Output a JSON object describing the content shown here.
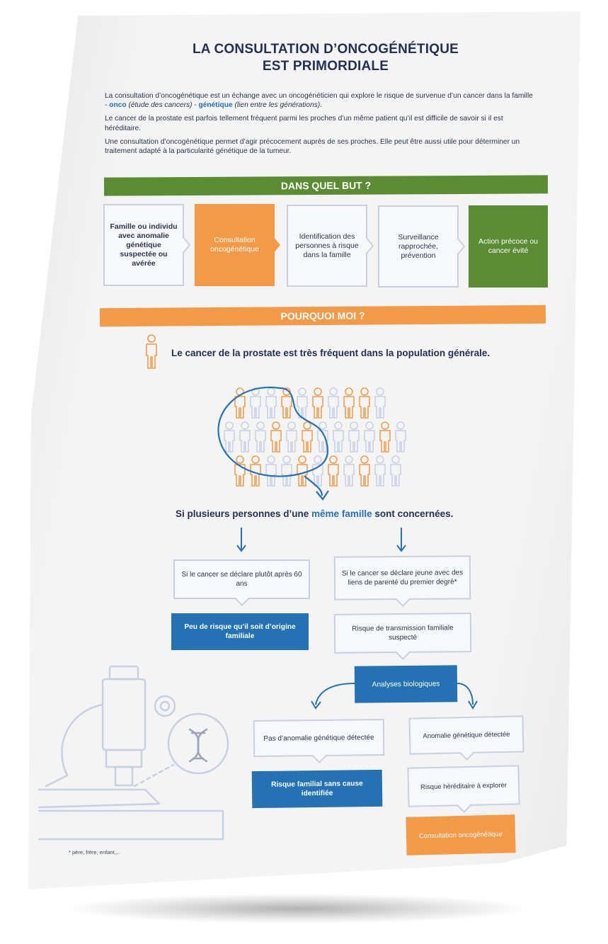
{
  "poster": {
    "title_line1": "LA CONSULTATION D’ONCOGÉNÉTIQUE",
    "title_line2": "EST PRIMORDIALE",
    "intro": {
      "p1_a": "La consultation d’oncogénétique est un échange avec un oncogénéticien qui explore le risque de survenue d’un cancer dans la famille - ",
      "p1_onco": "onco",
      "p1_b": " ",
      "p1_onco_note": "(étude des cancers)",
      "p1_c": " - ",
      "p1_gen": "génétique",
      "p1_d": " ",
      "p1_gen_note": "(lien entre les générations)",
      "p1_e": ".",
      "p2": "Le cancer de la prostate est parfois tellement fréquent parmi les proches d’un même patient qu’il est difficile de savoir si il est héréditaire.",
      "p3": "Une consultation d’oncogénétique permet d’agir précocement auprès de ses proches. Elle peut être aussi utile pour déterminer un traitement adapté à la particularité génétique de la tumeur."
    },
    "section_goal": {
      "heading": "DANS QUEL BUT ?",
      "steps": [
        "Famille ou individu avec anomalie génétique suspectée ou avérée",
        "Consultation oncogénétique",
        "Identification des personnes à risque dans la famille",
        "Surveillance rapprochée, prévention",
        "Action précoce ou cancer évité"
      ]
    },
    "section_why": {
      "heading": "POURQUOI MOI ?",
      "lead": "Le cancer de la prostate est très fréquent dans la population générale.",
      "family_a": "Si plusieurs personnes d’une ",
      "family_kw": "même famille",
      "family_b": " sont concernées.",
      "left_bubble": "Si le cancer se déclare plutôt après 60 ans",
      "left_result": "Peu de risque qu’il soit d’origine familiale",
      "right_bubble": "Si le cancer se déclare jeune avec des liens de parenté du premier degré*",
      "right_bubble2": "Risque de transmission familiale suspecté",
      "analyses": "Analyses biologiques",
      "no_anomaly": "Pas d’anomalie génétique détectée",
      "no_anomaly_result": "Risque familial sans cause identifiée",
      "anomaly": "Anomalie génétique détectée",
      "hereditary": "Risque héréditaire à explorer",
      "consult": "Consultation oncogénétique"
    },
    "footnote": "* père, frère, enfant,...",
    "colors": {
      "navy": "#223055",
      "blue": "#2472b4",
      "green": "#5b8c33",
      "orange": "#f39a48",
      "outline": "#c6d0e2"
    }
  }
}
